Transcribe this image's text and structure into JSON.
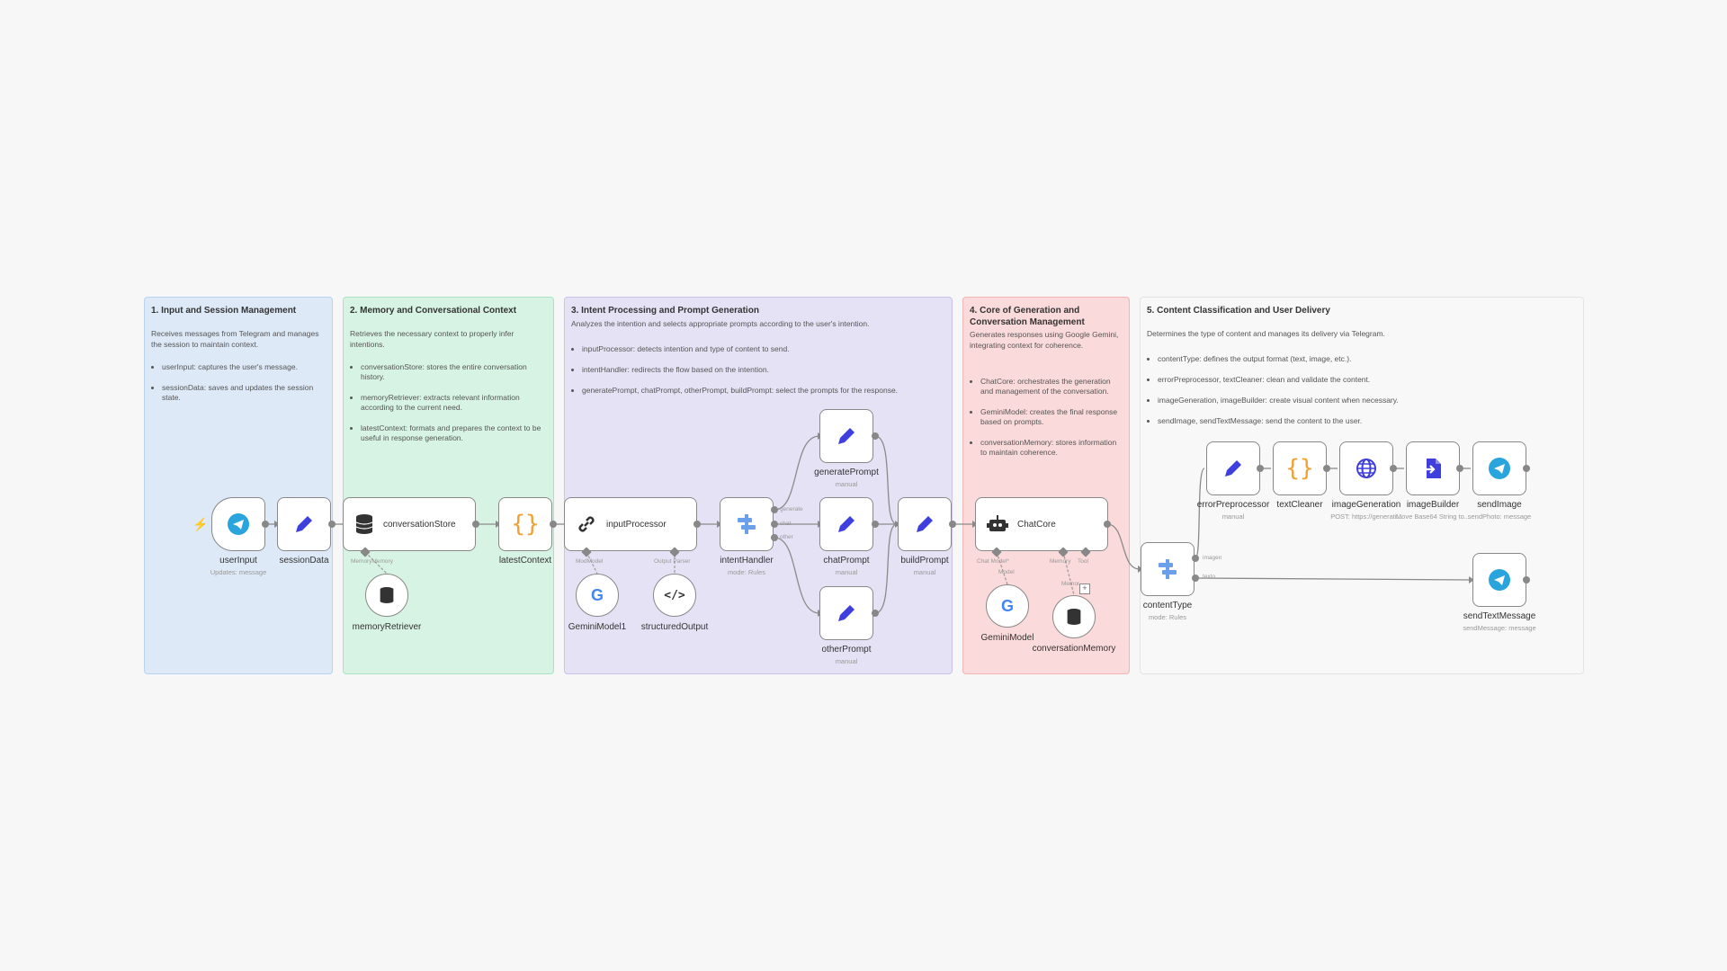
{
  "notes": [
    {
      "title": "1. Input and Session Management",
      "desc": "Receives messages from Telegram and manages the session to maintain context.",
      "bullets": [
        "userInput: captures the user's message.",
        "sessionData: saves and updates the session state."
      ]
    },
    {
      "title": "2. Memory and Conversational Context",
      "desc": "Retrieves the necessary context to properly infer intentions.",
      "bullets": [
        "conversationStore: stores the entire conversation history.",
        "memoryRetriever: extracts relevant information according to the current need.",
        "latestContext: formats and prepares the context to be useful in response generation."
      ]
    },
    {
      "title": "3. Intent Processing and Prompt Generation",
      "desc": "Analyzes the intention and selects appropriate prompts according to the user's intention.",
      "bullets": [
        "inputProcessor: detects intention and type of content to send.",
        "intentHandler: redirects the flow based on the intention.",
        "generatePrompt, chatPrompt, otherPrompt, buildPrompt: select the prompts for the response."
      ]
    },
    {
      "title": "4. Core of Generation and Conversation Management",
      "desc": "Generates responses using Google Gemini, integrating context for coherence.",
      "bullets": [
        "ChatCore: orchestrates the generation and management of the conversation.",
        "GeminiModel: creates the final response based on prompts.",
        "conversationMemory: stores information to maintain coherence."
      ]
    },
    {
      "title": "5. Content Classification and User Delivery",
      "desc": "Determines the type of content and manages its delivery via Telegram.",
      "bullets": [
        "contentType: defines the output format (text, image, etc.).",
        "errorPreprocessor, textCleaner: clean and validate the content.",
        "imageGeneration, imageBuilder: create visual content when necessary.",
        "sendImage, sendTextMessage: send the content to the user."
      ]
    }
  ],
  "nodes": {
    "userInput": {
      "label": "userInput",
      "sub": "Updates: message"
    },
    "sessionData": {
      "label": "sessionData"
    },
    "conversationStore": {
      "label": "conversationStore",
      "port": "MemoryMemory"
    },
    "memoryRetriever": {
      "label": "memoryRetriever"
    },
    "latestContext": {
      "label": "latestContext"
    },
    "inputProcessor": {
      "label": "inputProcessor",
      "port_model": "ModModel",
      "port_parser": "Output Parser"
    },
    "geminiModel1": {
      "label": "GeminiModel1"
    },
    "structuredOutput": {
      "label": "structuredOutput"
    },
    "intentHandler": {
      "label": "intentHandler",
      "sub": "mode: Rules",
      "out1": "generate",
      "out2": "chat",
      "out3": "other"
    },
    "generatePrompt": {
      "label": "generatePrompt",
      "sub": "manual"
    },
    "chatPrompt": {
      "label": "chatPrompt",
      "sub": "manual"
    },
    "otherPrompt": {
      "label": "otherPrompt",
      "sub": "manual"
    },
    "buildPrompt": {
      "label": "buildPrompt",
      "sub": "manual"
    },
    "chatCore": {
      "label": "ChatCore",
      "port_model": "Chat Model*",
      "port_memory": "Memory",
      "port_tool": "Tool",
      "model_hint": "Model",
      "memory_hint": "Memor"
    },
    "geminiModel": {
      "label": "GeminiModel"
    },
    "conversationMemory": {
      "label": "conversationMemory"
    },
    "contentType": {
      "label": "contentType",
      "sub": "mode: Rules",
      "out1": "imagen",
      "out2": "texto"
    },
    "errorPreprocessor": {
      "label": "errorPreprocessor",
      "sub": "manual"
    },
    "textCleaner": {
      "label": "textCleaner"
    },
    "imageGeneration": {
      "label": "imageGeneration",
      "sub": "POST: https://generati..."
    },
    "imageBuilder": {
      "label": "imageBuilder",
      "sub": "Move Base64 String to..."
    },
    "sendImage": {
      "label": "sendImage",
      "sub": "sendPhoto: message"
    },
    "sendTextMessage": {
      "label": "sendTextMessage",
      "sub": "sendMessage: message"
    }
  },
  "colors": {
    "note1": "#dde9f7",
    "note1b": "#b9d2ee",
    "note2": "#d7f3e3",
    "note2b": "#a9e2c2",
    "note3": "#e6e2f5",
    "note3b": "#c9c2e9",
    "note4": "#fadada",
    "note4b": "#f2b4b4",
    "note5": "#f8f8f9",
    "note5b": "#e4e4e8",
    "accent_pencil": "#3f3fdd",
    "telegram": "#2aa4dd",
    "braces": "#f0a132",
    "trigger": "#ff6d5a"
  }
}
